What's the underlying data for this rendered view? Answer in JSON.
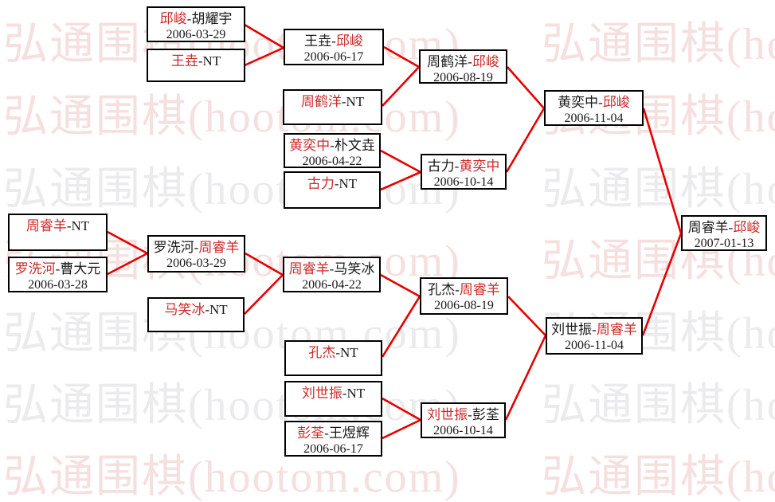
{
  "title": "围棋淘汰赛对阵图",
  "separator": "-",
  "watermark": {
    "text": "弘通围棋(hootom.com)",
    "pink_color": "#f6dfdf",
    "gray_color": "#ebebee"
  },
  "colors": {
    "connector_line": "#e80000",
    "winner_name": "#cc2a2a",
    "loser_name": "#1a1a1a",
    "box_border": "#000000"
  },
  "matches": {
    "r1a": {
      "p1": "邱峻",
      "p2": "胡耀宇",
      "date": "2006-03-29",
      "winner": "p1"
    },
    "r1b": {
      "p1": "王垚",
      "p2": "NT",
      "date": "",
      "winner": "p1"
    },
    "r1c": {
      "p1": "周鹤洋",
      "p2": "NT",
      "date": "",
      "winner": "p1"
    },
    "r1d": {
      "p1": "黄奕中",
      "p2": "朴文垚",
      "date": "2006-04-22",
      "winner": "p1"
    },
    "r1e": {
      "p1": "古力",
      "p2": "NT",
      "date": "",
      "winner": "p1"
    },
    "r1f": {
      "p1": "周睿羊",
      "p2": "NT",
      "date": "",
      "winner": "p1"
    },
    "r1g": {
      "p1": "罗洗河",
      "p2": "曹大元",
      "date": "2006-03-28",
      "winner": "p1"
    },
    "r1h": {
      "p1": "马笑冰",
      "p2": "NT",
      "date": "",
      "winner": "p1"
    },
    "r1i": {
      "p1": "孔杰",
      "p2": "NT",
      "date": "",
      "winner": "p1"
    },
    "r1j": {
      "p1": "刘世振",
      "p2": "NT",
      "date": "",
      "winner": "p1"
    },
    "r1k": {
      "p1": "彭荃",
      "p2": "王煜辉",
      "date": "2006-06-17",
      "winner": "p1"
    },
    "r2a": {
      "p1": "王垚",
      "p2": "邱峻",
      "date": "2006-06-17",
      "winner": "p2"
    },
    "r2b": {
      "p1": "古力",
      "p2": "黄奕中",
      "date": "2006-10-14",
      "winner": "p2"
    },
    "r2c": {
      "p1": "罗洗河",
      "p2": "周睿羊",
      "date": "2006-03-29",
      "winner": "p2"
    },
    "r2d": {
      "p1": "周睿羊",
      "p2": "马笑冰",
      "date": "2006-04-22",
      "winner": "p1"
    },
    "r2e": {
      "p1": "刘世振",
      "p2": "彭荃",
      "date": "2006-10-14",
      "winner": "p1"
    },
    "r3a": {
      "p1": "周鹤洋",
      "p2": "邱峻",
      "date": "2006-08-19",
      "winner": "p2"
    },
    "r3b": {
      "p1": "孔杰",
      "p2": "周睿羊",
      "date": "2006-08-19",
      "winner": "p2"
    },
    "sfa": {
      "p1": "黄奕中",
      "p2": "邱峻",
      "date": "2006-11-04",
      "winner": "p2"
    },
    "sfb": {
      "p1": "刘世振",
      "p2": "周睿羊",
      "date": "2006-11-04",
      "winner": "p2"
    },
    "fin": {
      "p1": "周睿羊",
      "p2": "邱峻",
      "date": "2007-01-13",
      "winner": "p2"
    }
  }
}
